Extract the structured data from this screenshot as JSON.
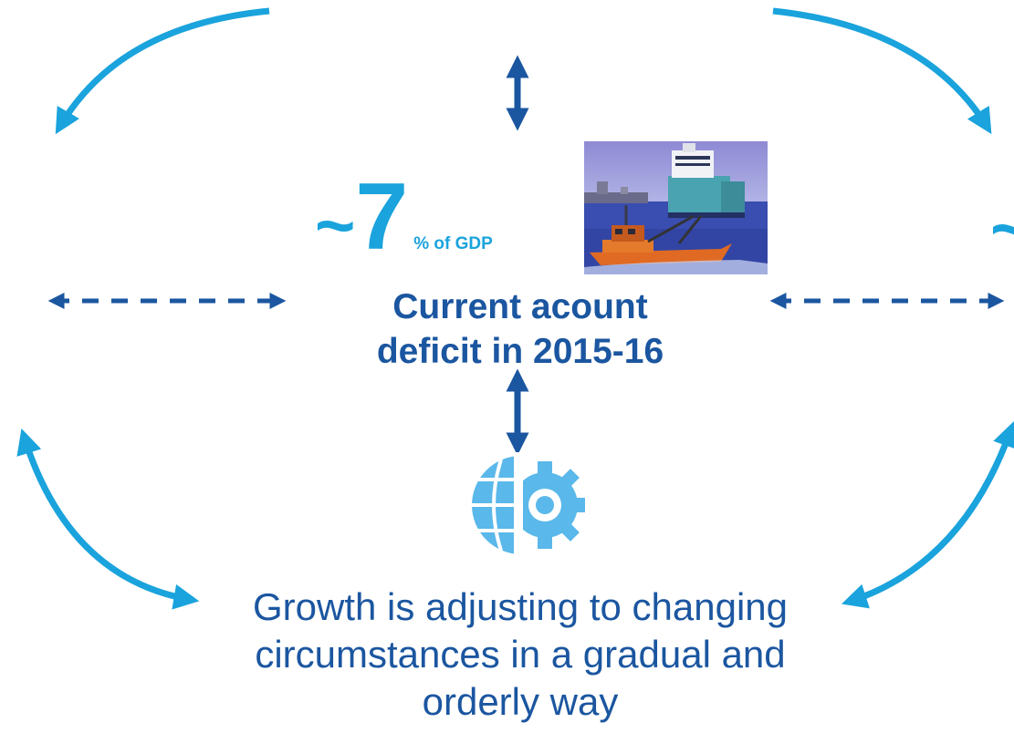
{
  "headline_stat": {
    "tilde": "~",
    "value": "7",
    "unit": "% of GDP"
  },
  "right_cut_tilde": "~",
  "deficit_label": {
    "line1": "Current acount",
    "line2": "deficit in 2015-16"
  },
  "growth_text": {
    "line1": "Growth is adjusting to changing",
    "line2": "circumstances in a gradual and",
    "line3": "orderly way"
  },
  "colors": {
    "accent_light_blue": "#1aa3dc",
    "dark_blue": "#1b56a0",
    "icon_blue": "#5ab8ea"
  },
  "icons": {
    "photo": "container-ship-and-tugboat-photo",
    "globe_gear": "globe-gear-icon"
  }
}
